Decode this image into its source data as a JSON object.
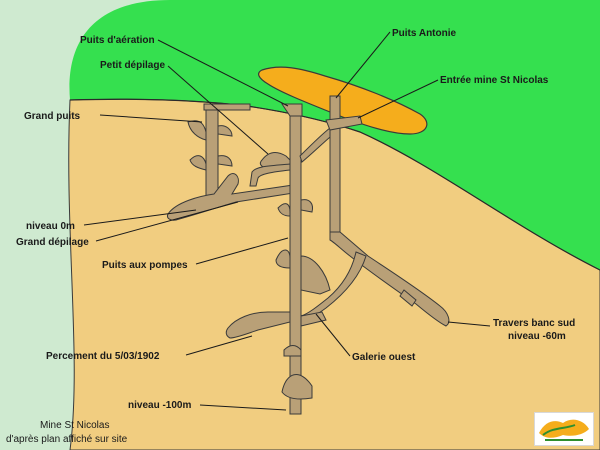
{
  "labels": {
    "puits_aeration": "Puits d'aération",
    "petit_depilage": "Petit dépilage",
    "puits_antonie": "Puits Antonie",
    "entree_mine": "Entrée mine St Nicolas",
    "grand_puits": "Grand puits",
    "niveau_0m": "niveau 0m",
    "grand_depilage": "Grand dépilage",
    "puits_aux_pompes": "Puits aux pompes",
    "travers_banc_line1": "Travers banc sud",
    "travers_banc_line2": "niveau -60m",
    "percement": "Percement du 5/03/1902",
    "galerie_ouest": "Galerie ouest",
    "niveau_100m": "niveau -100m"
  },
  "caption": {
    "line1": "Mine St Nicolas",
    "line2": "d'après plan affiché sur site"
  },
  "colors": {
    "background": "#cfead0",
    "grass": "#35e04f",
    "ground": "#f1cd80",
    "deposit": "#f5ad1c",
    "gallery": "#b9a077",
    "outline": "#3a3a3a",
    "text": "#1a1a1a"
  },
  "logo": {
    "icon": "logo-icon"
  }
}
